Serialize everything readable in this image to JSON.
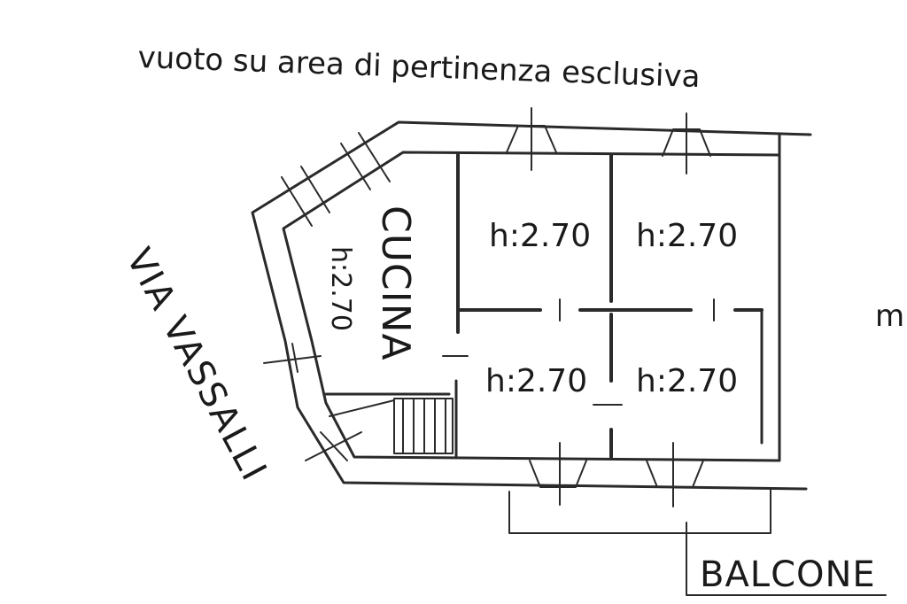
{
  "plan": {
    "header_note": "vuoto su area di pertinenza esclusiva",
    "street": "VIA VASSALLI",
    "balcony": "BALCONE",
    "edge_fragment": "m",
    "kitchen": {
      "name": "CUCINA",
      "height": "h:2.70"
    },
    "rooms": [
      {
        "height": "h:2.70"
      },
      {
        "height": "h:2.70"
      },
      {
        "height": "h:2.70"
      },
      {
        "height": "h:2.70"
      }
    ]
  }
}
